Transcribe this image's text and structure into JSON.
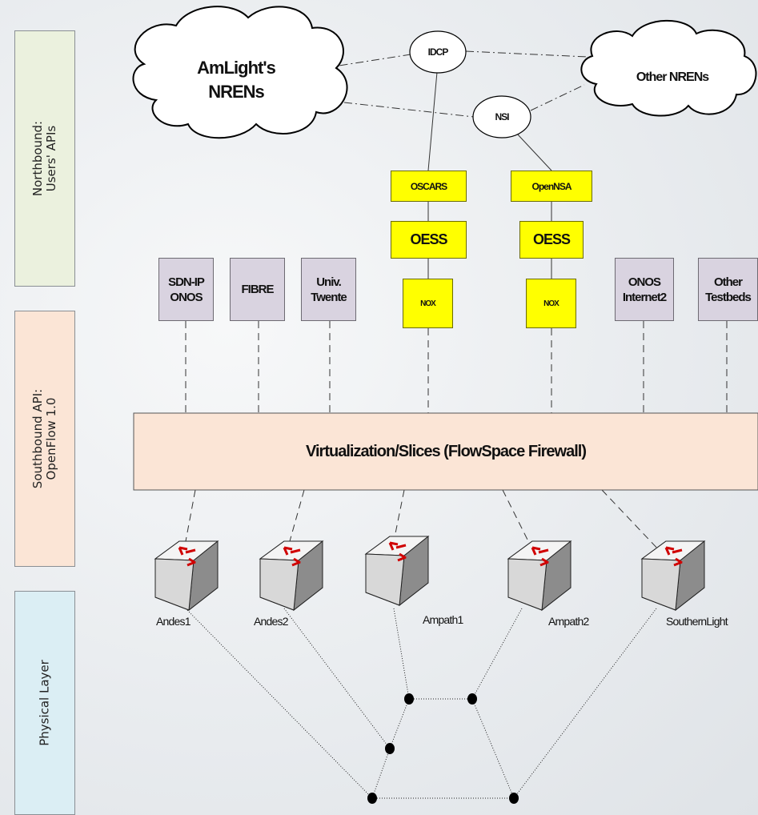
{
  "layers": {
    "northbound": "Northbound:\nUsers' APIs",
    "southbound": "Southbound API:\nOpenFlow 1.0",
    "physical": "Physical Layer"
  },
  "clouds": {
    "amlight": "AmLight's\nNRENs",
    "other": "Other NRENs"
  },
  "protocols": {
    "idcp": "IDCP",
    "nsi": "NSI"
  },
  "yellow": {
    "oscars": "OSCARS",
    "opennsa": "OpenNSA",
    "oess1": "OESS",
    "oess2": "OESS",
    "nox1": "NOX",
    "nox2": "NOX"
  },
  "controllers": {
    "sdnip": "SDN-IP\nONOS",
    "fibre": "FIBRE",
    "twente": "Univ.\nTwente",
    "onos": "ONOS\nInternet2",
    "testbeds": "Other\nTestbeds"
  },
  "virtualization": "Virtualization/Slices (FlowSpace Firewall)",
  "switches": [
    "Andes1",
    "Andes2",
    "Ampath1",
    "Ampath2",
    "SouthernLight"
  ]
}
